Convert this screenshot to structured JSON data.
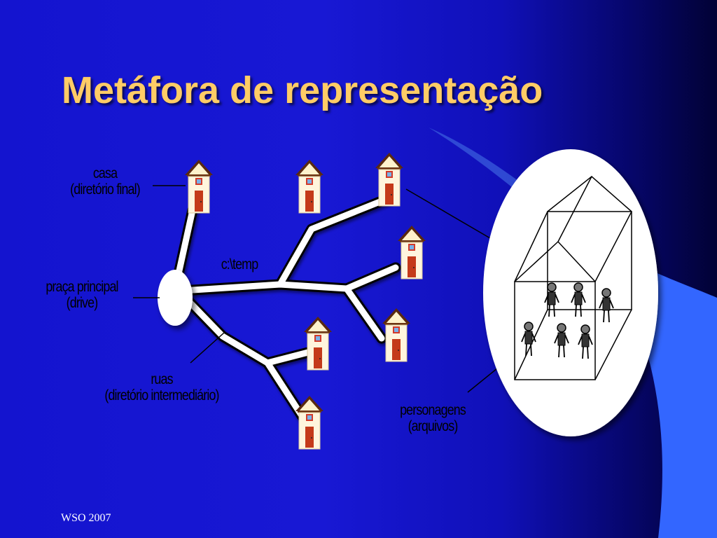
{
  "slide": {
    "title": "Metáfora de representação",
    "footer": "WSO 2007"
  },
  "labels": {
    "casa_line1": "casa",
    "casa_line2": "(diretório final)",
    "praca_line1": "praça principal",
    "praca_line2": "(drive)",
    "ruas_line1": "ruas",
    "ruas_line2": "(diretório intermediário)",
    "path": "c:\\temp",
    "personagens_line1": "personagens",
    "personagens_line2": "(arquivos)"
  },
  "colors": {
    "title": "#ffcc66",
    "background": "#1818d4",
    "accent": "#3366ff",
    "house_wall": "#fff5dd",
    "house_roof": "#5a2a10",
    "house_door": "#c43a1a"
  }
}
